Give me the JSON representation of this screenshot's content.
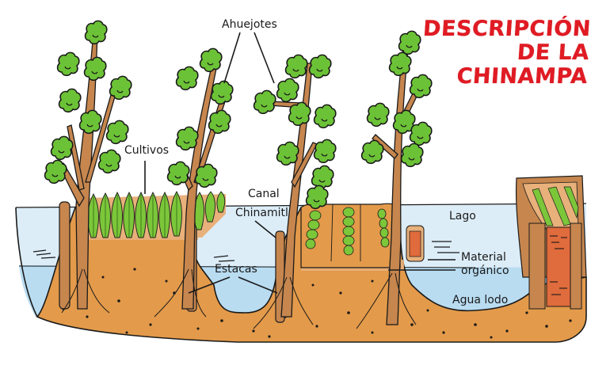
{
  "title": {
    "lines": [
      "DESCRIPCIÓN",
      "DE LA",
      "CHINAMPA"
    ],
    "color": "#e01b24"
  },
  "labels": {
    "ahuejotes": "Ahuejotes",
    "cultivos": "Cultivos",
    "canal": "Canal",
    "chinamitl": "Chinamitl",
    "estacas": "Estacas",
    "lago": "Lago",
    "material_line1": "Material",
    "material_line2": "orgánico",
    "agua_lodo": "Agua lodo"
  },
  "colors": {
    "water_light": "#dcedf8",
    "water_deep": "#b9dcf1",
    "soil": "#e39a4a",
    "soil_top": "#e8b07a",
    "trunk": "#c6864e",
    "foliage": "#6cc236",
    "crop": "#7cc63a",
    "brick": "#e06b3c",
    "outline": "#1a1a1a"
  }
}
